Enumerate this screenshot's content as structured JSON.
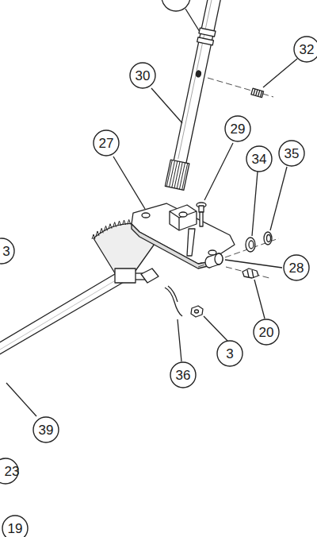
{
  "diagram": {
    "nodes": [
      {
        "text": [
          "32"
        ]
      },
      {
        "text": [
          "30"
        ]
      },
      {
        "text": [
          "29"
        ]
      },
      {
        "text": [
          "27"
        ]
      },
      {
        "text": [
          "35"
        ]
      },
      {
        "text": [
          "34"
        ]
      },
      {
        "text": [
          "3"
        ]
      },
      {
        "text": [
          "28"
        ]
      },
      {
        "text": [
          "20"
        ]
      },
      {
        "text": [
          "3"
        ]
      },
      {
        "text": [
          "36"
        ]
      },
      {
        "text": [
          "39"
        ]
      },
      {
        "text": [
          "23"
        ]
      },
      {
        "text": [
          "19"
        ]
      }
    ]
  }
}
